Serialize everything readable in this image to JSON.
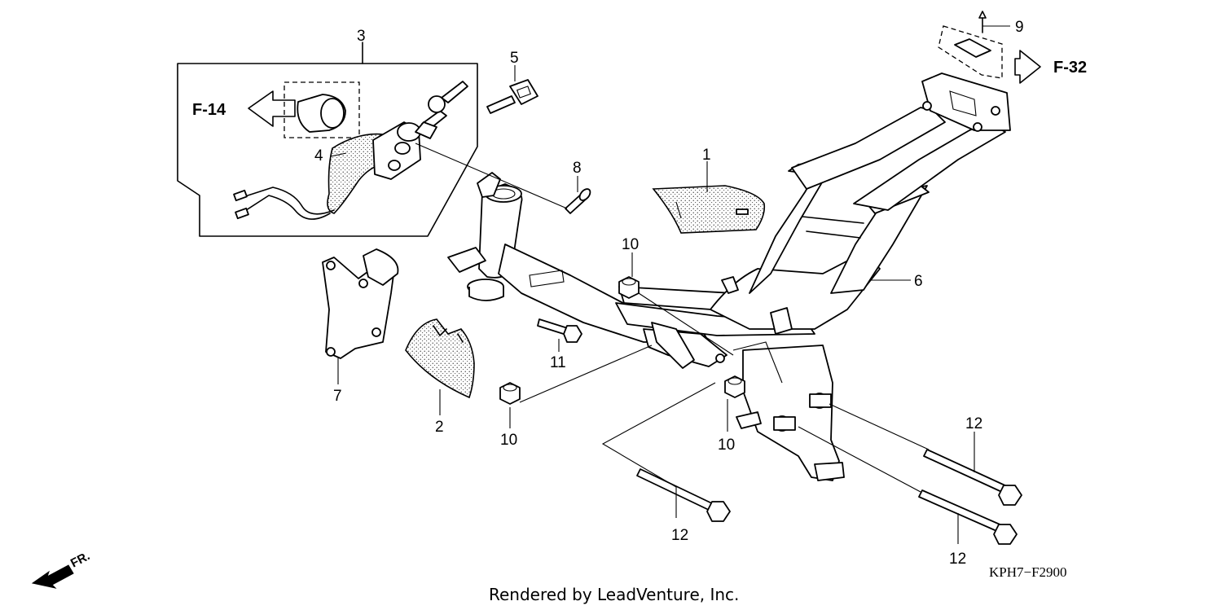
{
  "diagram": {
    "part_labels": {
      "p1": "1",
      "p2": "2",
      "p3": "3",
      "p4": "4",
      "p5": "5",
      "p6": "6",
      "p7": "7",
      "p8": "8",
      "p9": "9",
      "p10a": "10",
      "p10b": "10",
      "p10c": "10",
      "p11": "11",
      "p12a": "12",
      "p12b": "12",
      "p12c": "12"
    },
    "refs": {
      "left": "F-14",
      "right": "F-32"
    },
    "direction_label": "FR.",
    "diagram_code": "KPH7−F2900",
    "credit": "Rendered by LeadVenture, Inc."
  }
}
